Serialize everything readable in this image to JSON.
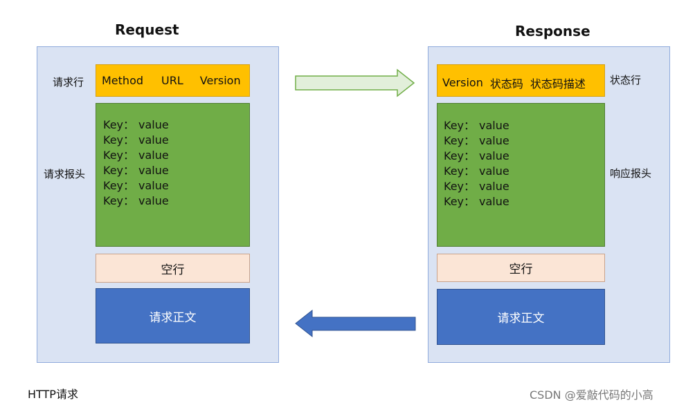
{
  "request": {
    "title": "Request",
    "labels": {
      "request_line": "请求行",
      "request_headers": "请求报头"
    },
    "request_line": {
      "method": "Method",
      "url": "URL",
      "version": "Version"
    },
    "headers": [
      {
        "key": "Key：",
        "value": "value"
      },
      {
        "key": "Key：",
        "value": "value"
      },
      {
        "key": "Key：",
        "value": "value"
      },
      {
        "key": "Key：",
        "value": "value"
      },
      {
        "key": "Key：",
        "value": "value"
      },
      {
        "key": "Key：",
        "value": "value"
      }
    ],
    "blank_line": "空行",
    "body": "请求正文"
  },
  "response": {
    "title": "Response",
    "labels": {
      "status_line": "状态行",
      "response_headers": "响应报头"
    },
    "status_line": {
      "version": "Version",
      "status_code": "状态码",
      "status_desc": "状态码描述"
    },
    "headers": [
      {
        "key": "Key：",
        "value": "value"
      },
      {
        "key": "Key：",
        "value": "value"
      },
      {
        "key": "Key：",
        "value": "value"
      },
      {
        "key": "Key：",
        "value": "value"
      },
      {
        "key": "Key：",
        "value": "value"
      },
      {
        "key": "Key：",
        "value": "value"
      }
    ],
    "blank_line": "空行",
    "body": "请求正文"
  },
  "footer": {
    "caption": "HTTP请求",
    "watermark": "CSDN @爱敲代码的小高"
  },
  "colors": {
    "panel_bg": "#dae3f3",
    "panel_border": "#8faadc",
    "line_fill": "#ffc000",
    "headers_fill": "#70ad47",
    "blank_fill": "#fbe5d6",
    "body_fill": "#4472c4",
    "arrow_right_fill": "#e2efda",
    "arrow_left_fill": "#4472c4"
  },
  "icons": {
    "right_arrow": "arrow-right-icon",
    "left_arrow": "arrow-left-icon"
  }
}
